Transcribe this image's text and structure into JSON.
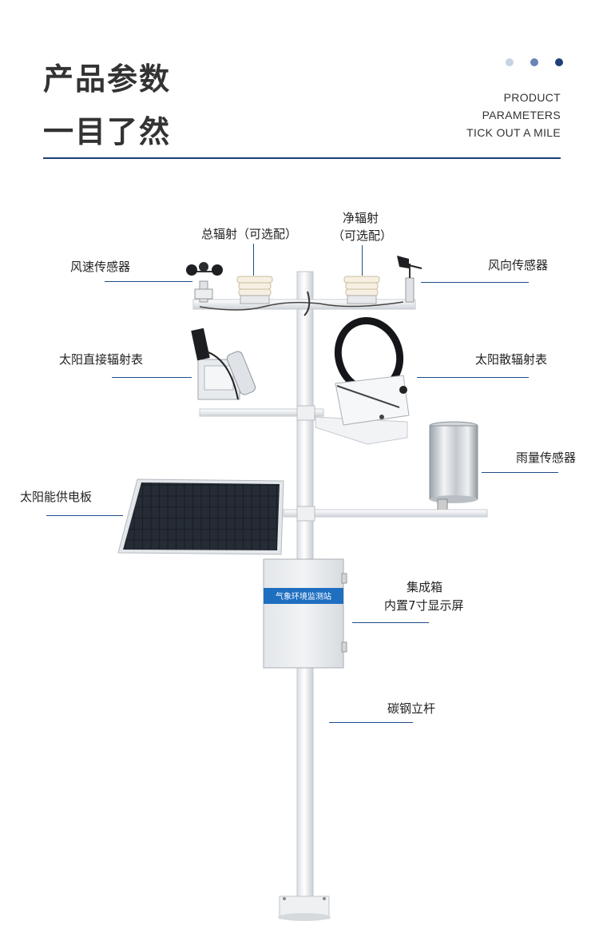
{
  "header": {
    "title_line1": "产品参数",
    "title_line2": "一目了然",
    "subtitle": [
      "PRODUCT",
      "PARAMETERS",
      "TICK OUT A MILE"
    ],
    "dot_colors": [
      "#c8d3e4",
      "#6b84b6",
      "#1f3f7a"
    ],
    "accent_color": "#1c3f74"
  },
  "labels": {
    "total_radiation": "总辐射（可选配）",
    "net_radiation_line1": "净辐射",
    "net_radiation_line2": "（可选配）",
    "wind_speed": "风速传感器",
    "wind_direction": "风向传感器",
    "direct_radiation": "太阳直接辐射表",
    "diffuse_radiation": "太阳散辐射表",
    "rain_gauge": "雨量传感器",
    "solar_panel": "太阳能供电板",
    "enclosure_line1": "集成箱",
    "enclosure_line2": "内置7寸显示屏",
    "pole": "碳钢立杆"
  },
  "device": {
    "enclosure_tag": "气象环境监测站"
  }
}
